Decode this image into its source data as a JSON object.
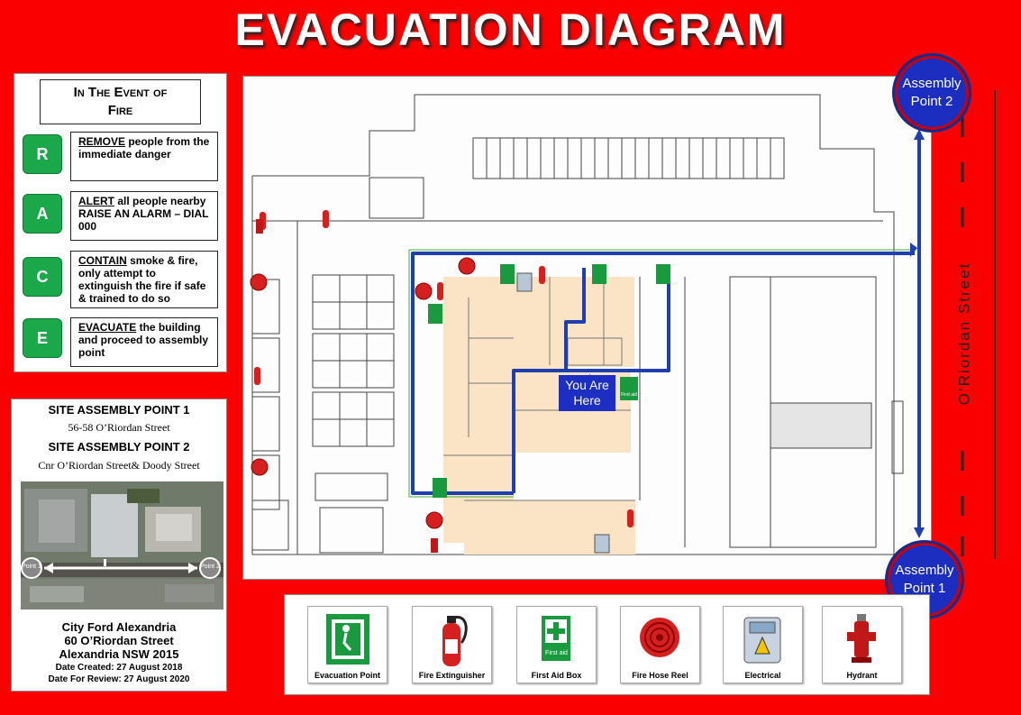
{
  "title": "EVACUATION DIAGRAM",
  "race": {
    "heading_line1": "In The Event of",
    "heading_line2": "Fire",
    "steps": [
      {
        "letter": "R",
        "keyword": "REMOVE",
        "text": " people from the immediate danger"
      },
      {
        "letter": "A",
        "keyword": "ALERT",
        "text": " all people nearby RAISE AN ALARM – DIAL 000"
      },
      {
        "letter": "C",
        "keyword": "CONTAIN",
        "text": " smoke & fire, only  attempt to extinguish the fire if safe & trained to do so"
      },
      {
        "letter": "E",
        "keyword": "EVACUATE",
        "text": " the building and proceed to assembly point"
      }
    ]
  },
  "site": {
    "ap1_title": "SITE ASSEMBLY POINT 1",
    "ap1_address": "56-58 O’Riordan Street",
    "ap2_title": "SITE ASSEMBLY POINT 2",
    "ap2_address": "Cnr O’Riordan Street& Doody Street",
    "aerial_point1": "Point 1",
    "aerial_point2": "Point 2",
    "company": "City Ford Alexandria",
    "address1": "60 O’Riordan Street",
    "address2": "Alexandria NSW 2015",
    "date_created": "Date Created: 27 August 2018",
    "date_review": "Date For Review: 27 August 2020"
  },
  "map": {
    "assembly_point_2": "Assembly Point 2",
    "assembly_point_1": "Assembly Point 1",
    "street": "O’Riordan Street",
    "you_are_here": "You Are Here",
    "first_aid_mini": "First aid"
  },
  "legend": [
    {
      "label": "Evacuation Point",
      "icon": "evacuation-point-icon"
    },
    {
      "label": "Fire Extinguisher",
      "icon": "fire-extinguisher-icon"
    },
    {
      "label": "First Aid Box",
      "icon": "first-aid-box-icon"
    },
    {
      "label": "Fire Hose Reel",
      "icon": "fire-hose-reel-icon"
    },
    {
      "label": "Electrical",
      "icon": "electrical-icon"
    },
    {
      "label": "Hydrant",
      "icon": "hydrant-icon"
    }
  ],
  "legend_first_aid_text": "First aid",
  "colors": {
    "background": "#fb0000",
    "route": "#1f3fae",
    "exit_green": "#1a9a3e",
    "floor": "#fbe3c6"
  }
}
